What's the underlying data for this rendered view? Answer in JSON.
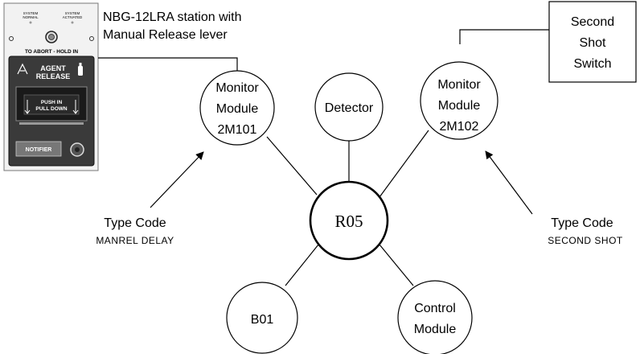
{
  "station": {
    "caption_line1": "NBG-12LRA station with",
    "caption_line2": "Manual Release lever",
    "led_normal_line1": "SYSTEM",
    "led_normal_line2": "NORMAL",
    "led_activated_line1": "SYSTEM",
    "led_activated_line2": "ACTIVATED",
    "abort_text": "TO ABORT - HOLD IN",
    "agent_line1": "AGENT",
    "agent_line2": "RELEASE",
    "push_line1": "PUSH  IN",
    "push_line2": "PULL  DOWN",
    "brand": "NOTIFIER"
  },
  "nodes": {
    "monitor1": [
      "Monitor",
      "Module",
      "2M101"
    ],
    "detector": [
      "Detector"
    ],
    "monitor2": [
      "Monitor",
      "Module",
      "2M102"
    ],
    "center": [
      "R05"
    ],
    "b01": [
      "B01"
    ],
    "control": [
      "Control",
      "Module"
    ]
  },
  "switch_box": [
    "Second",
    "Shot",
    "Switch"
  ],
  "type_codes": {
    "left": {
      "title": "Type Code",
      "code": "MANREL DELAY"
    },
    "right": {
      "title": "Type Code",
      "code": "SECOND SHOT"
    }
  }
}
